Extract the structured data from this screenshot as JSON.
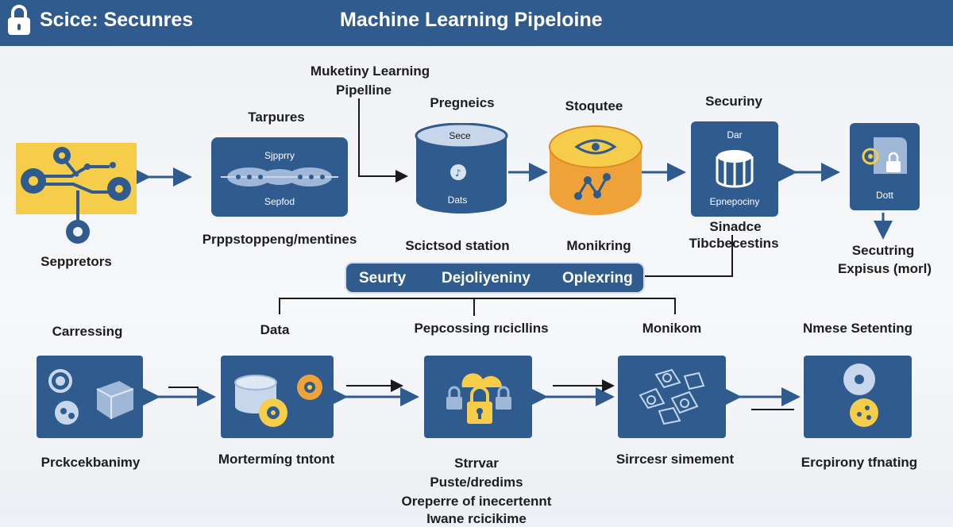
{
  "header": {
    "left_title": "Scice: Secunres",
    "main_title": "Machine Learning Pipeloine"
  },
  "top_row": {
    "pipeline_title_line1": "Muketiny Learning",
    "pipeline_title_line2": "Pipelline",
    "node1": {
      "label": "Seppretors"
    },
    "node2": {
      "top_label": "Tarpures",
      "inner_top": "Sjpprry",
      "inner_bottom": "Sepfod",
      "bottom_label": "Prppstoppeng/mentines"
    },
    "node3": {
      "top_label": "Pregneics",
      "inner_top": "Sece",
      "inner_bottom": "Dats",
      "bottom_label": "Scictsod station"
    },
    "node4": {
      "top_label": "Stoqutee",
      "bottom_label": "Monikring"
    },
    "node5": {
      "top_label": "Securiny",
      "inner_top": "Dar",
      "inner_bottom": "Epnepociny",
      "bottom_line1": "Sinadce",
      "bottom_line2": "Tibcbecestins"
    },
    "node6": {
      "inner_bottom": "Dott",
      "bottom_line1": "Secutring",
      "bottom_line2": "Expisus (morl)"
    }
  },
  "banner": {
    "item1": "Seurty",
    "item2": "Dejoliyeniny",
    "item3": "Oplexring"
  },
  "bottom_row": {
    "node1": {
      "top_label": "Carressing",
      "bottom_label": "Prckcekbanimy"
    },
    "node2": {
      "top_label": "Data",
      "bottom_label": "Mortermíng tntont"
    },
    "node3": {
      "top_label": "Pepcossing rıcicllins",
      "bottom_line1": "Strrvar",
      "bottom_line2": "Puste/dredims",
      "bottom_line3": "Oreperre of inecertennt",
      "bottom_line4": "Iwane rcicikime"
    },
    "node4": {
      "top_label": "Monikom",
      "bottom_label": "Sirrcesr simement"
    },
    "node5": {
      "top_label": "Nmese Setenting",
      "bottom_label": "Ercpirony tfnating"
    }
  },
  "colors": {
    "header_blue": "#2f5b8f",
    "node_blue": "#2f5b8f",
    "accent_yellow": "#f5cd4a",
    "accent_orange": "#f0a23a"
  },
  "icons": [
    "lock-icon",
    "gear-icon",
    "network-icon",
    "database-icon",
    "music-note-icon",
    "eye-icon",
    "drum-icon",
    "padlock-icon",
    "cloud-icon",
    "box-icon",
    "shapes-icon"
  ]
}
